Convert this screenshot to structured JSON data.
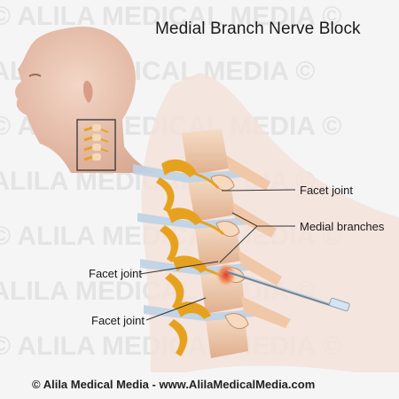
{
  "title": "Medial Branch Nerve Block",
  "watermark": "© ALILA MEDICAL MEDIA ©",
  "labels": {
    "facet_joint_upper": "Facet joint",
    "medial_branches": "Medial branches",
    "facet_joint_middle": "Facet joint",
    "facet_joint_lower": "Facet joint"
  },
  "credit": "© Alila Medical Media - www.AlilaMedicalMedia.com",
  "colors": {
    "background": "#f5f5f5",
    "skin": "#e9c3b0",
    "bone": "#f0c8a8",
    "disc": "#bcd2e6",
    "nerve": "#e6a21f",
    "needle": "#8aa3b8",
    "injection": "#e05a3a",
    "leader_line": "#333333"
  }
}
